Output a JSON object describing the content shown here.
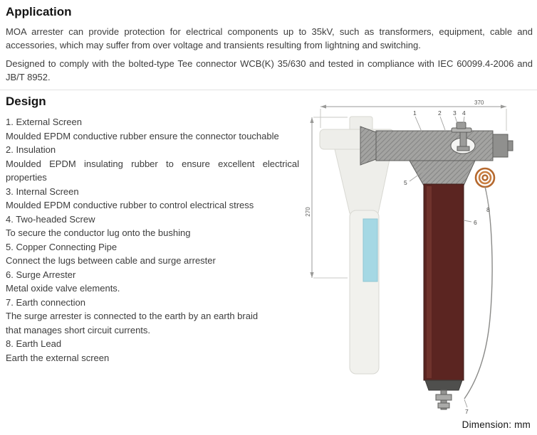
{
  "application": {
    "heading": "Application",
    "p1": "MOA arrester can provide protection for electrical components up to 35kV, such as transformers, equipment, cable and accessories, which may suffer from over voltage and transients resulting from lightning and switching.",
    "p2": "Designed to comply with the bolted-type Tee connector WCB(K) 35/630 and tested in compliance with IEC 60099.4-2006 and JB/T 8952."
  },
  "design": {
    "heading": "Design",
    "items": [
      {
        "title": "1. External Screen",
        "desc": "Moulded EPDM conductive rubber ensure the connector touchable"
      },
      {
        "title": "2. Insulation",
        "desc": "Moulded EPDM insulating rubber to ensure excellent electrical properties"
      },
      {
        "title": "3. Internal Screen",
        "desc": "Moulded EPDM conductive rubber to control electrical stress"
      },
      {
        "title": "4. Two-headed Screw",
        "desc": "To secure the conductor lug onto the bushing"
      },
      {
        "title": "5. Copper Connecting Pipe",
        "desc": "Connect the lugs between cable and surge arrester"
      },
      {
        "title": "6. Surge Arrester",
        "desc": "Metal oxide valve elements."
      },
      {
        "title": "7. Earth connection",
        "desc": "The surge arrester is connected to the earth by an earth braid",
        "desc2": "that manages short circuit currents."
      },
      {
        "title": "8. Earth Lead",
        "desc": "Earth the external screen"
      }
    ]
  },
  "diagram": {
    "dim_width": "370",
    "dim_height": "270",
    "callouts": [
      "1",
      "2",
      "3",
      "4",
      "5",
      "6",
      "7",
      "8"
    ],
    "note": "Dimension: mm",
    "colors": {
      "connector_gray": "#a3a3a1",
      "arrester_maroon": "#5b2521",
      "coil_copper": "#b5692f",
      "insert_cyan": "#a5d8e4",
      "ghost_outline": "#d8d8d2"
    }
  }
}
